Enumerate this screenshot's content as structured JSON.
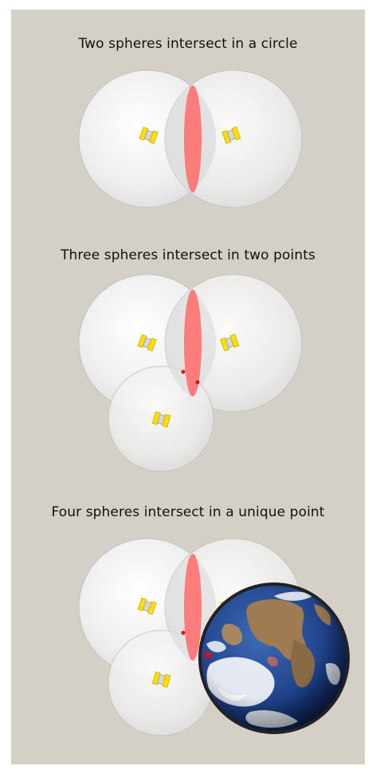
{
  "captions": {
    "two": "Two spheres intersect in a circle",
    "three": "Three spheres intersect in two points",
    "four": "Four spheres intersect in a unique point"
  },
  "colors": {
    "panel_bg": "#d4d0c7",
    "sphere_fill": "#f1f1f1",
    "sphere_edge": "#bdbdbd",
    "intersection_circle": "#ff7070",
    "intersection_point": "#dd1111",
    "satellite_body": "#ffe000",
    "satellite_panel": "#d6d6d6",
    "earth_ocean": "#1d3f86",
    "earth_land": "#9e7b52",
    "earth_cloud": "#f4f6f9"
  },
  "icons": [
    "satellite-icon",
    "earth-globe"
  ]
}
